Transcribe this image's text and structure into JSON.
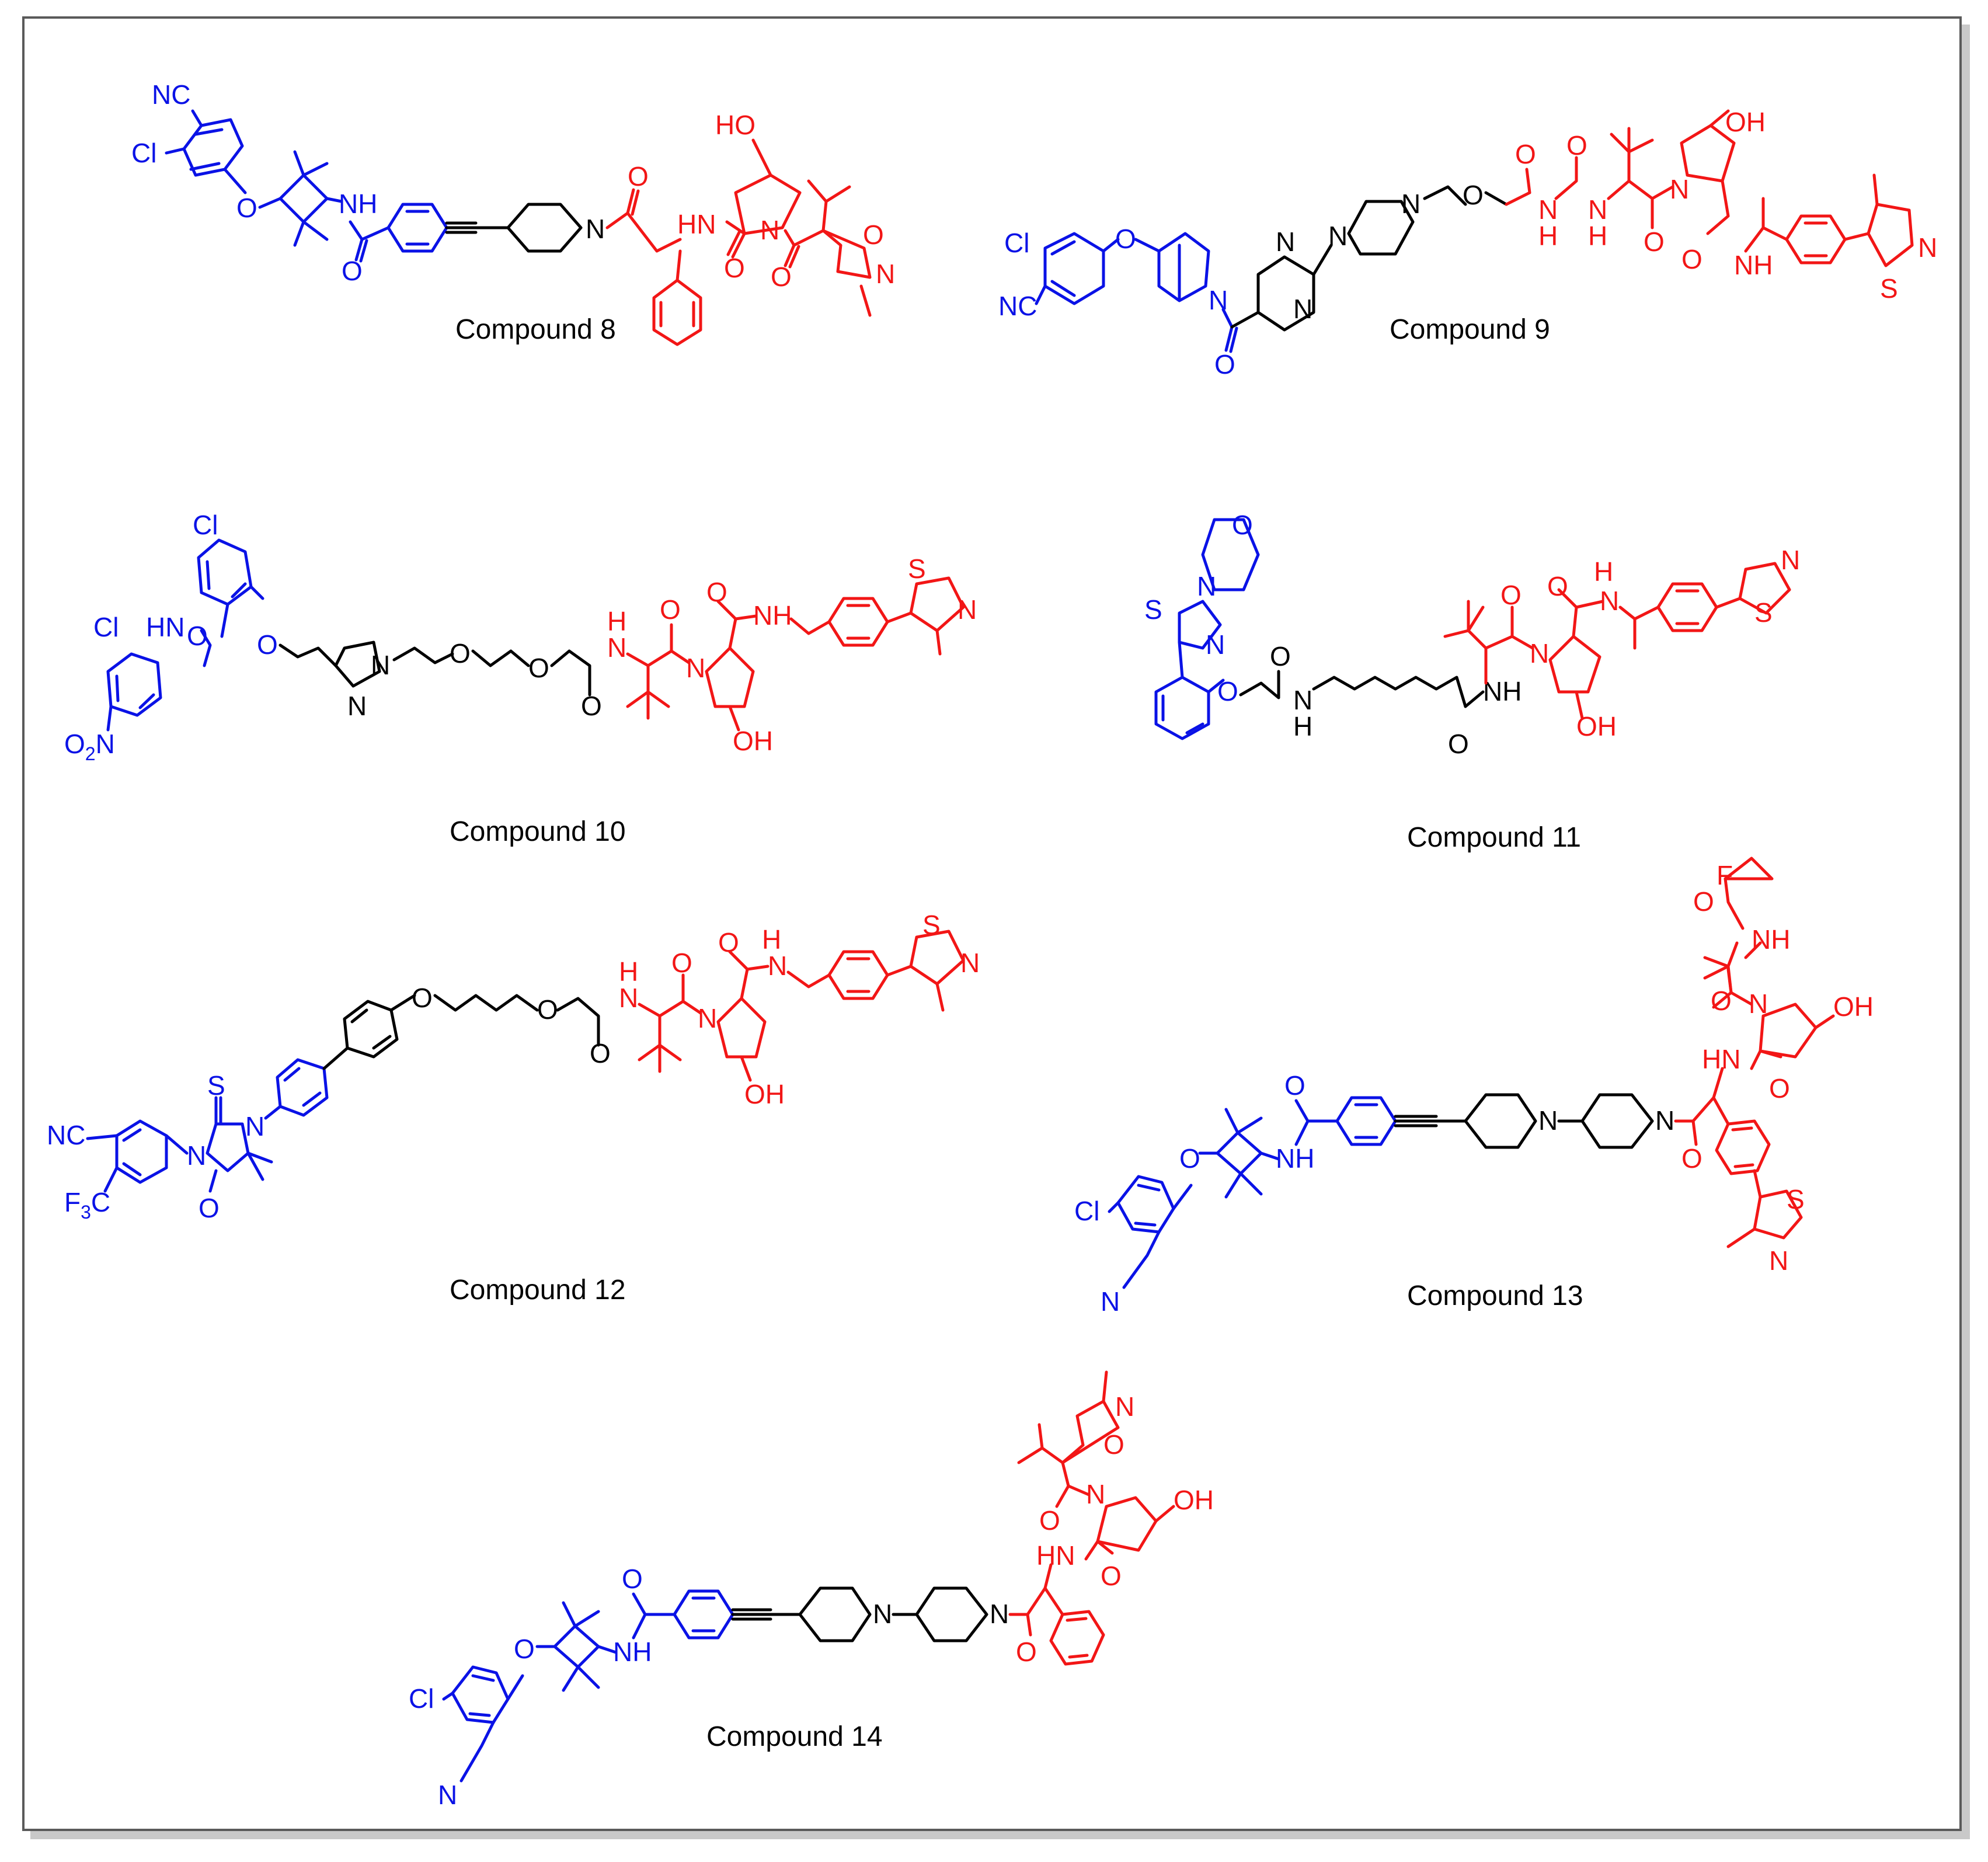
{
  "compounds": [
    {
      "label": "Compound 8"
    },
    {
      "label": "Compound 9"
    },
    {
      "label": "Compound 10"
    },
    {
      "label": "Compound 11"
    },
    {
      "label": "Compound 12"
    },
    {
      "label": "Compound 13"
    },
    {
      "label": "Compound 14"
    }
  ],
  "atom_labels": {
    "nc": "NC",
    "cl": "Cl",
    "o": "O",
    "nh": "NH",
    "hn": "HN",
    "n": "N",
    "s": "S",
    "ho": "HO",
    "oh": "OH",
    "h": "H",
    "f": "F",
    "o2n": "O2N",
    "f3c": "F3C"
  },
  "colors": {
    "ar_ligand": "#0a12e6",
    "e3_ligand": "#f21616",
    "linker": "#000000",
    "frame": "#5a5a5a"
  }
}
